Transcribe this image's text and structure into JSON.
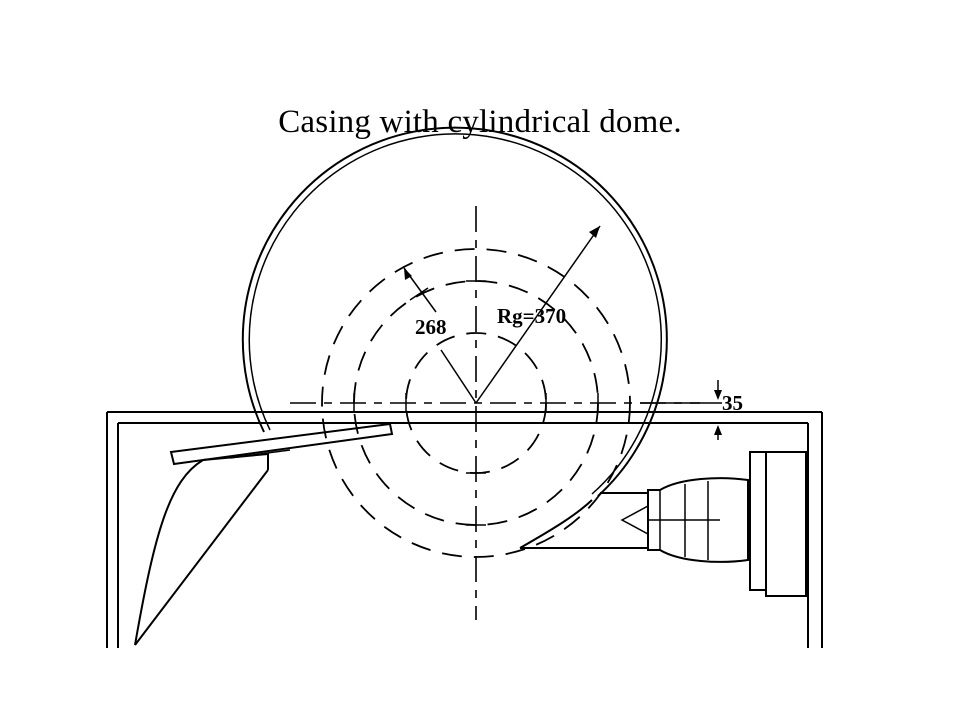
{
  "slide": {
    "title": "Casing with cylindrical dome."
  },
  "diagram": {
    "labels": {
      "inner_radius": "268",
      "outer_radius": "Rg=370",
      "offset": "35"
    }
  }
}
